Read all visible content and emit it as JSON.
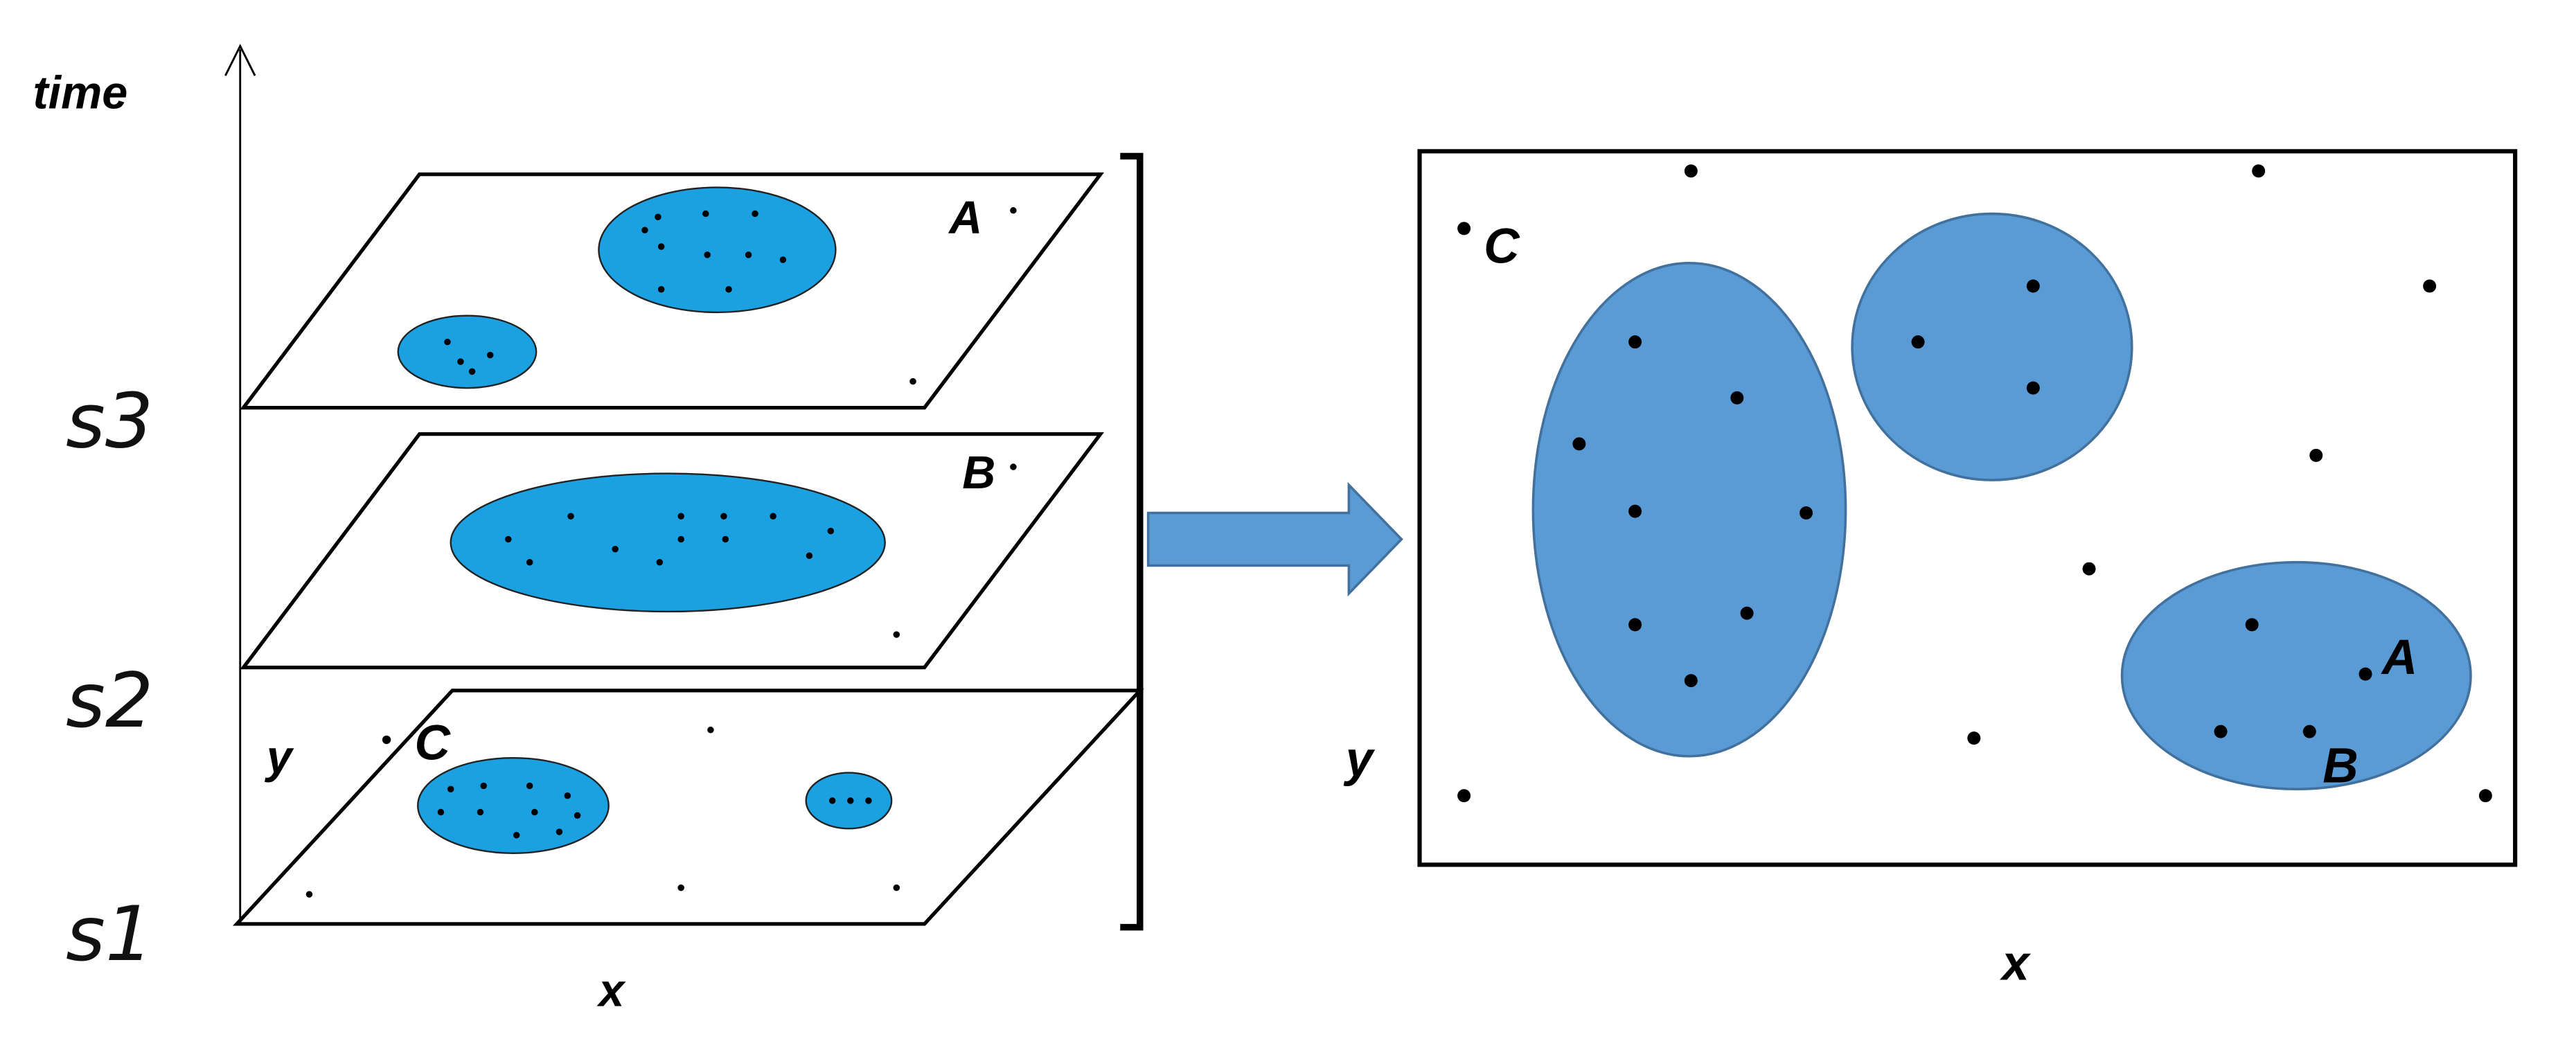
{
  "axis": {
    "time_label": "time"
  },
  "slices": [
    {
      "label": "s3"
    },
    {
      "label": "s2"
    },
    {
      "label": "s1"
    }
  ],
  "left_axes": {
    "x_label": "x",
    "y_label": "y"
  },
  "right_axes": {
    "x_label": "x",
    "y_label": "y"
  },
  "points": {
    "A": "A",
    "B": "B",
    "C": "C"
  },
  "colors": {
    "slice_cluster": "#1BA1E2",
    "merged_cluster": "#5B9BD5",
    "arrow": "#5B9BD5",
    "stroke": "#000000"
  }
}
